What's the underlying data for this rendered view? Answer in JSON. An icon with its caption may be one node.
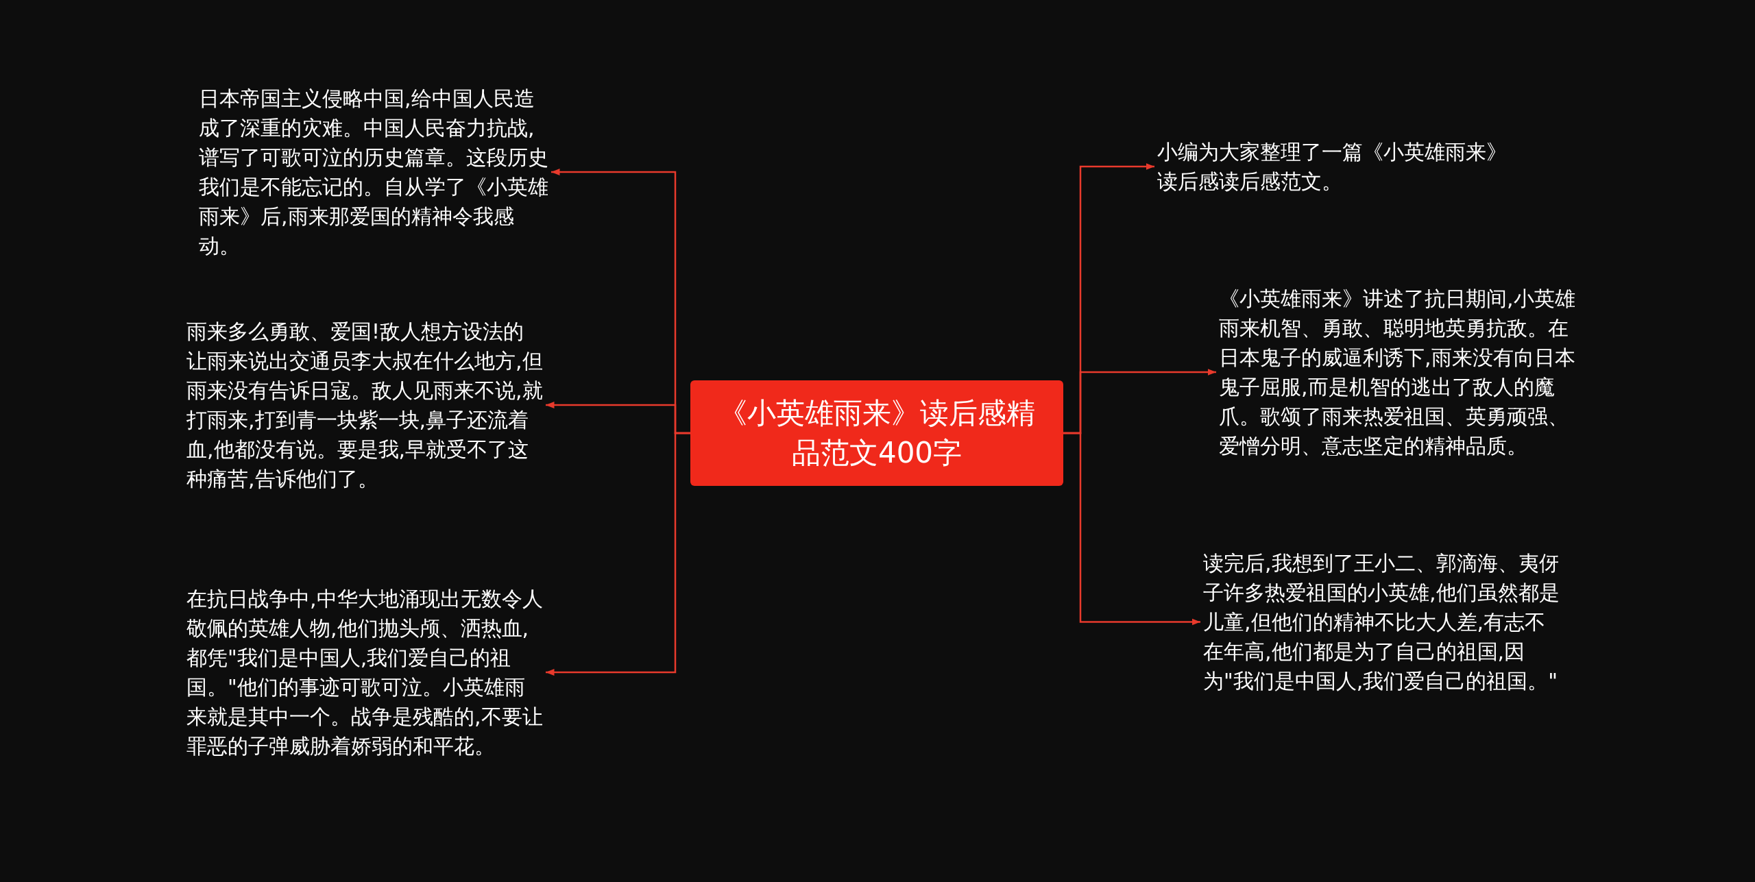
{
  "diagram": {
    "nodes": [
      {
        "text": [
          "《小英雄雨来》读后感精品范文400字"
        ]
      },
      {
        "text": [
          "日本帝国主义侵略中国,给中国人民造成了深重的灾难。中国人民奋力抗战,谱写了可歌可泣的历史篇章。这段历史我们是不能忘记的。自从学了《小英雄雨来》后,雨来那爱国的精神令我感动。"
        ]
      },
      {
        "text": [
          "雨来多么勇敢、爱国!敌人想方设法的让雨来说出交通员李大叔在什么地方,但雨来没有告诉日寇。敌人见雨来不说,就打雨来,打到青一块紫一块,鼻子还流着血,他都没有说。要是我,早就受不了这种痛苦,告诉他们了。"
        ]
      },
      {
        "text": [
          "在抗日战争中,中华大地涌现出无数令人敬佩的英雄人物,他们抛头颅、洒热血,都凭\"我们是中国人,我们爱自己的祖国。\"他们的事迹可歌可泣。小英雄雨来就是其中一个。战争是残酷的,不要让罪恶的子弹威胁着娇弱的和平花。"
        ]
      },
      {
        "text": [
          "小编为大家整理了一篇《小英雄雨来》读后感读后感范文。"
        ]
      },
      {
        "text": [
          "《小英雄雨来》讲述了抗日期间,小英雄雨来机智、勇敢、聪明地英勇抗敌。在日本鬼子的威逼利诱下,雨来没有向日本鬼子屈服,而是机智的逃出了敌人的魔爪。歌颂了雨来热爱祖国、英勇顽强、爱憎分明、意志坚定的精神品质。"
        ]
      },
      {
        "text": [
          "读完后,我想到了王小二、郭滴海、夷伢子许多热爱祖国的小英雄,他们虽然都是儿童,但他们的精神不比大人差,有志不在年高,他们都是为了自己的祖国,因为\"我们是中国人,我们爱自己的祖国。\""
        ]
      }
    ],
    "edges": [
      {
        "from": 0,
        "to": 1,
        "arrow": "to"
      },
      {
        "from": 0,
        "to": 2,
        "arrow": "to"
      },
      {
        "from": 0,
        "to": 3,
        "arrow": "to"
      },
      {
        "from": 0,
        "to": 4,
        "arrow": "to"
      },
      {
        "from": 0,
        "to": 5,
        "arrow": "to"
      },
      {
        "from": 0,
        "to": 6,
        "arrow": "to"
      }
    ]
  }
}
